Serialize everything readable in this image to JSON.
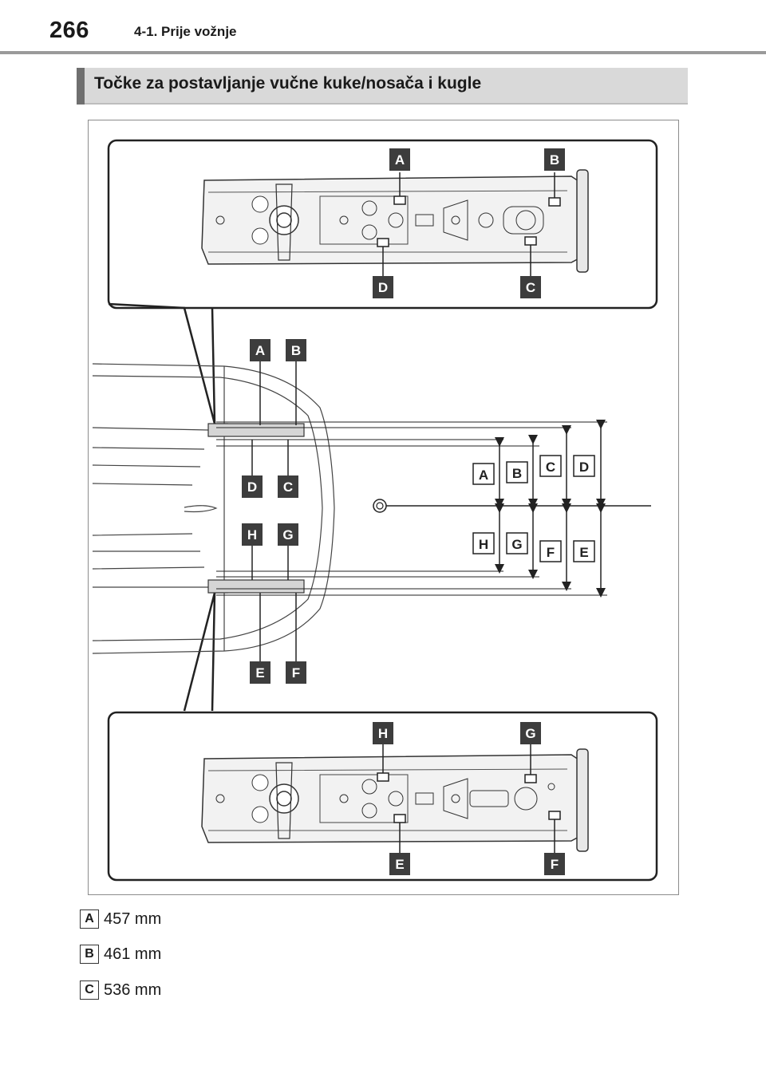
{
  "header": {
    "page_number": "266",
    "section": "4-1. Prije vožnje"
  },
  "heading": "Točke za postavljanje vučne kuke/nosača i kugle",
  "figure": {
    "labels_top": [
      "A",
      "B",
      "C",
      "D"
    ],
    "labels_bottom": [
      "E",
      "F",
      "G",
      "H"
    ],
    "colors": {
      "label_fill": "#3d3d3d",
      "label_text": "#ffffff",
      "line": "#222222"
    }
  },
  "measurements": [
    {
      "label": "A",
      "value": "457 mm"
    },
    {
      "label": "B",
      "value": "461 mm"
    },
    {
      "label": "C",
      "value": "536 mm"
    }
  ]
}
